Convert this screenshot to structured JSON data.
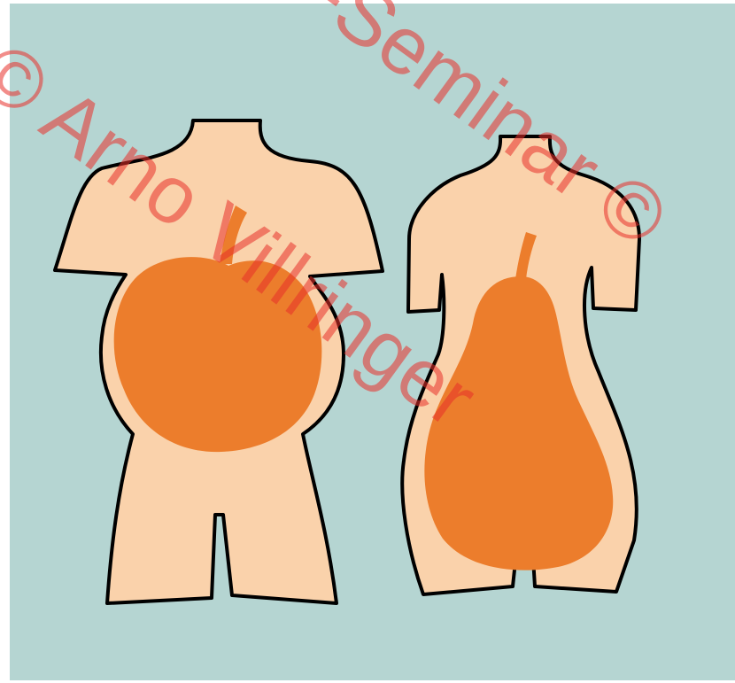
{
  "figures": [
    {
      "name": "apple-shaped-body",
      "fruit": "apple"
    },
    {
      "name": "pear-shaped-body",
      "fruit": "pear"
    }
  ],
  "watermark": {
    "line1": "Familylaxe-Seminar ©",
    "line2": "© Arno Villringer",
    "color": "#e8302a"
  },
  "colors": {
    "background": "#b5d5d2",
    "frame": "#ffffff",
    "skin": "#fad2ab",
    "fruit": "#ec7d2c",
    "outline": "#000000"
  }
}
